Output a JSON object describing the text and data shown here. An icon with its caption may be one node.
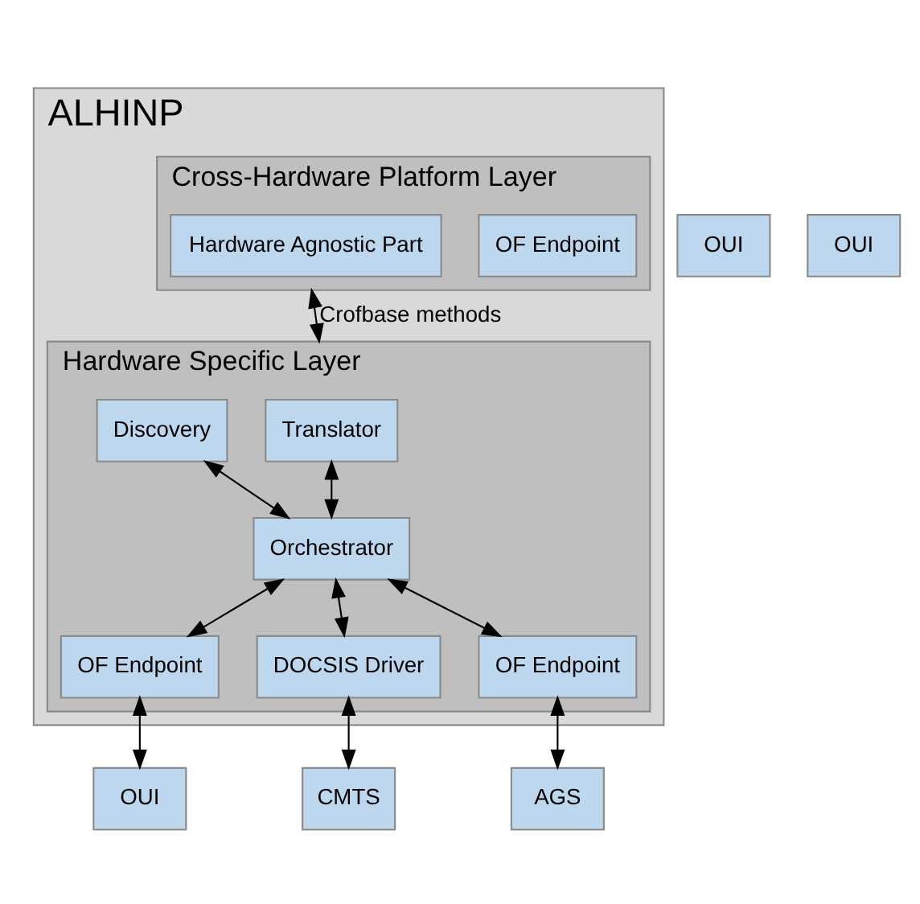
{
  "diagram": {
    "nodes": [
      {
        "text": [
          "ALHINP"
        ]
      },
      {
        "text": [
          "Cross-Hardware Platform Layer"
        ],
        "in": 0
      },
      {
        "text": [
          "OF Endpoint"
        ],
        "in": 1
      },
      {
        "text": [
          "Hardware Agnostic Part"
        ],
        "in": 1
      },
      {
        "text": [
          "Hardware Specific Layer"
        ],
        "in": 0
      },
      {
        "text": [
          "Translator"
        ],
        "in": 4
      },
      {
        "text": [
          "Discovery"
        ],
        "in": 4
      },
      {
        "text": [
          "Orchestrator"
        ],
        "in": 4
      },
      {
        "text": [
          "OF Endpoint"
        ],
        "in": 4
      },
      {
        "text": [
          "DOCSIS Driver"
        ],
        "in": 4
      },
      {
        "text": [
          "OF Endpoint"
        ],
        "in": 4
      },
      {
        "text": [
          "OUI"
        ]
      },
      {
        "text": [
          "OUI"
        ]
      },
      {
        "text": [
          "OUI"
        ]
      },
      {
        "text": [
          "CMTS"
        ]
      },
      {
        "text": [
          "AGS"
        ]
      }
    ],
    "edges": [
      {
        "from": 1,
        "to": 4,
        "arrow": "both",
        "label": "Crofbase methods"
      },
      {
        "from": 5,
        "to": 7,
        "arrow": "both"
      },
      {
        "from": 6,
        "to": 7,
        "arrow": "both"
      },
      {
        "from": 7,
        "to": 8,
        "arrow": "both"
      },
      {
        "from": 7,
        "to": 9,
        "arrow": "both"
      },
      {
        "from": 7,
        "to": 10,
        "arrow": "both"
      },
      {
        "from": 8,
        "to": 11,
        "arrow": "both"
      },
      {
        "from": 9,
        "to": 14,
        "arrow": "both"
      },
      {
        "from": 10,
        "to": 15,
        "arrow": "both"
      }
    ]
  }
}
